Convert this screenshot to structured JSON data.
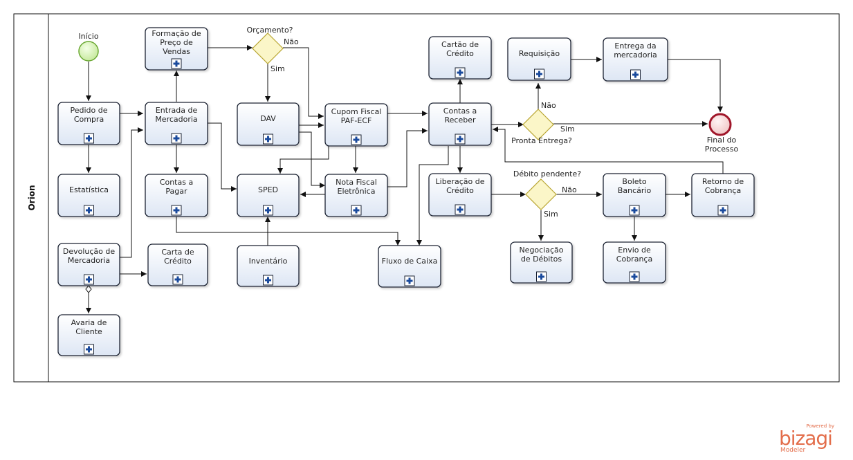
{
  "pool": {
    "label": "Orion"
  },
  "events": {
    "start": "Início",
    "end": "Final do\nProcesso"
  },
  "tasks": {
    "pedido": "Pedido de\nCompra",
    "formacao": "Formação de\nPreço de\nVendas",
    "entrada": "Entrada de\nMercadoria",
    "dav": "DAV",
    "cupom": "Cupom Fiscal\nPAF-ECF",
    "cartao1": "Cartão de\nCrédito",
    "contas_receber": "Contas a\nReceber",
    "requisicao": "Requisição",
    "entrega": "Entrega da\nmercadoria",
    "estatistica": "Estatística",
    "contas_pagar": "Contas a\nPagar",
    "sped": "SPED",
    "nota": "Nota Fiscal\nEletrônica",
    "liberacao": "Liberação de\nCrédito",
    "boleto": "Boleto\nBancário",
    "retorno": "Retorno de\nCobrança",
    "devolucao": "Devolução de\nMercadoria",
    "cartao2": "Carta de\nCrédito",
    "inventario": "Inventário",
    "fluxo": "Fluxo de Caixa",
    "negociacao": "Negociação\nde Débitos",
    "envio": "Envio de\nCobrança",
    "avaria": "Avaria de\nCliente"
  },
  "gateways": {
    "orcamento": "Orçamento?",
    "pronta": "Pronta Entrega?",
    "debito": "Débito pendente?"
  },
  "flow_labels": {
    "orc_nao": "Não",
    "orc_sim": "Sim",
    "pronta_nao": "Não",
    "pronta_sim": "Sim",
    "debito_nao": "Não",
    "debito_sim": "Sim"
  },
  "colors": {
    "task_fill_top": "#ffffff",
    "task_fill_bottom": "#dde6f4",
    "task_stroke": "#1a2233",
    "start_fill": "#d6f0b0",
    "start_stroke": "#6aa832",
    "end_fill": "#f6d6d6",
    "end_stroke": "#a0162a",
    "gateway_fill": "#fbf6c8",
    "gateway_stroke": "#b8a531",
    "brand": "#e36d4a"
  },
  "branding": {
    "powered": "Powered by",
    "logo": "bizagi",
    "product": "Modeler"
  }
}
